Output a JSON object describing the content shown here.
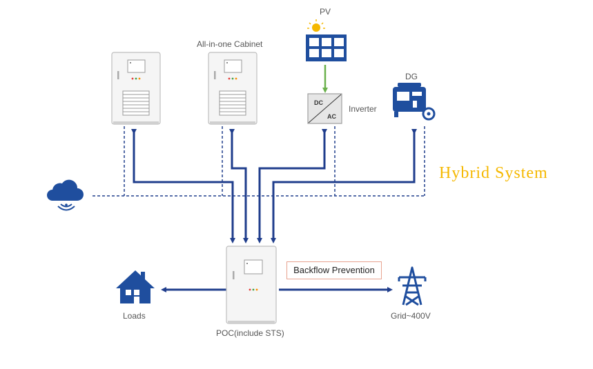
{
  "diagram": {
    "title": "Hybrid System",
    "labels": {
      "cabinet": "All-in-one Cabinet",
      "pv": "PV",
      "inverter": "Inverter",
      "dg": "DG",
      "loads": "Loads",
      "poc": "POC(include STS)",
      "grid": "Grid~400V",
      "backflow": "Backflow Prevention",
      "dc": "DC",
      "ac": "AC"
    },
    "colors": {
      "line": "#1f3d8c",
      "pv_arrow": "#6ab04c",
      "title": "#f5b800",
      "icon_blue": "#1f4e9e",
      "cabinet_body": "#f4f4f4",
      "cabinet_border": "#bfbfbf"
    }
  }
}
